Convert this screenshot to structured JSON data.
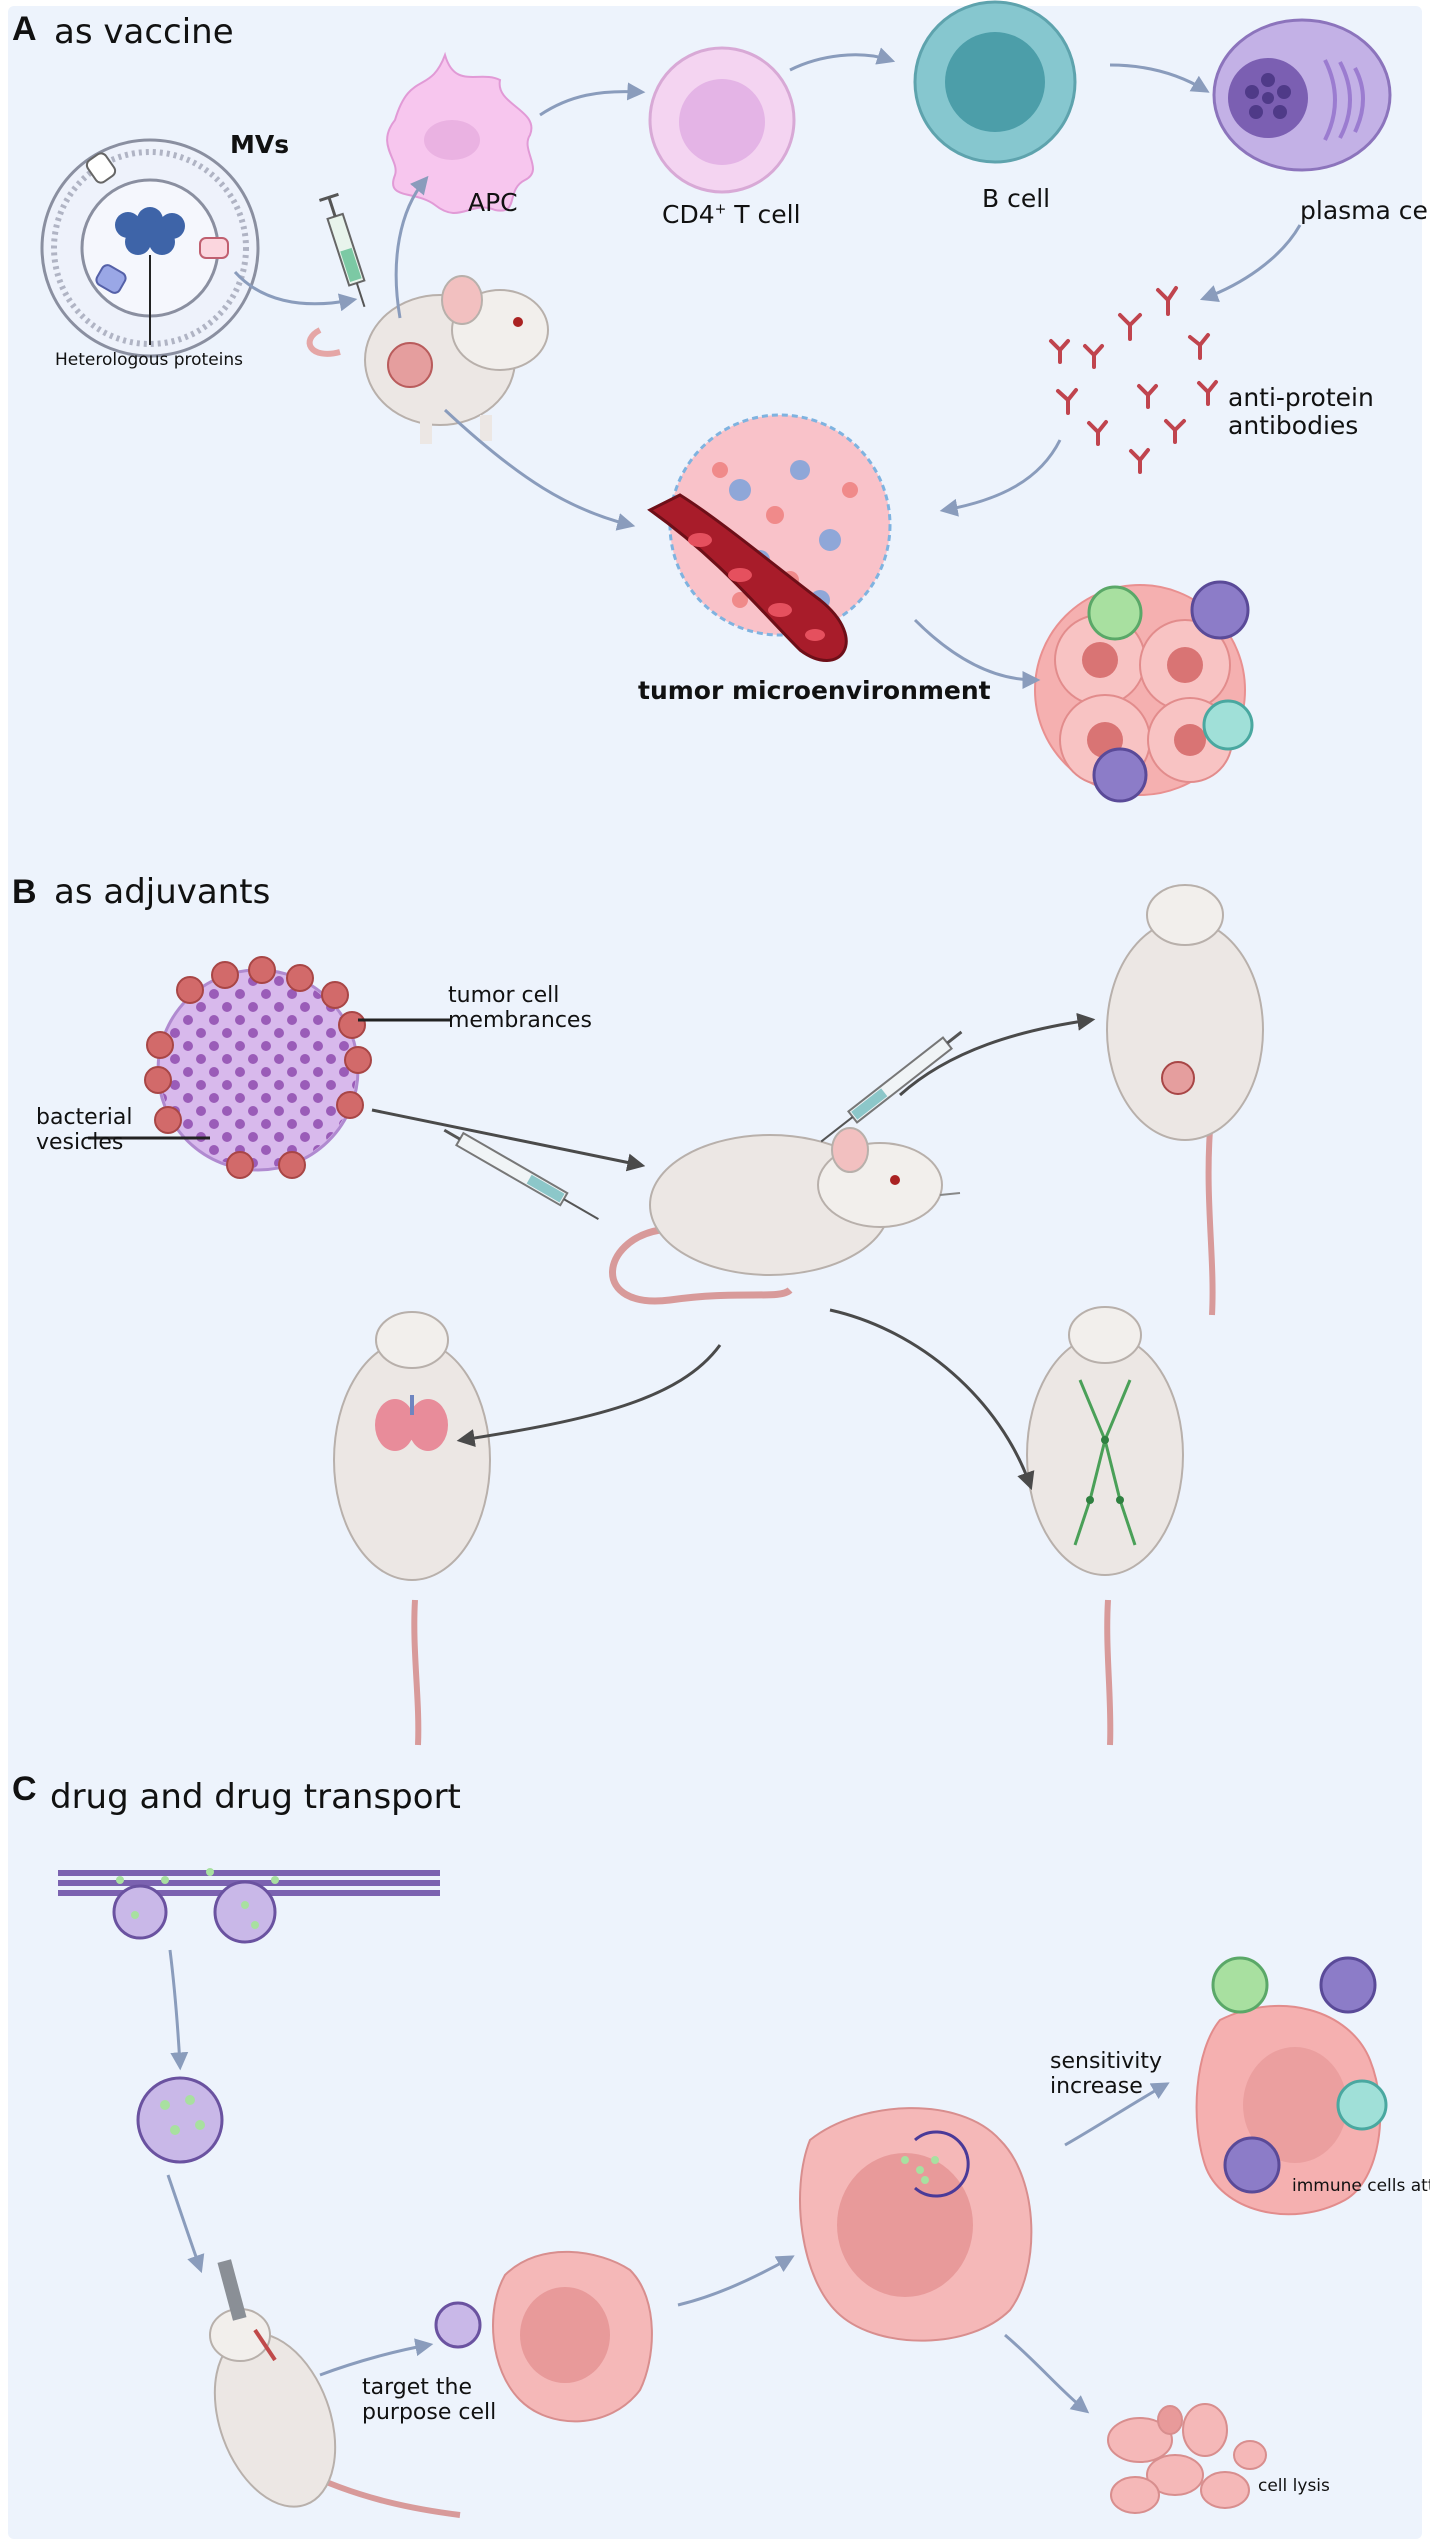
{
  "panels": {
    "a": {
      "letter": "A",
      "title": "as vaccine"
    },
    "b": {
      "letter": "B",
      "title": "as adjuvants"
    },
    "c": {
      "letter": "C",
      "title": "drug and drug transport"
    }
  },
  "panel_a": {
    "mvs": "MVs",
    "heterologous": "Heterologous proteins",
    "apc": "APC",
    "cd4_main": "CD4",
    "cd4_sup": "+",
    "cd4_rest": " T cell",
    "bcell": "B cell",
    "plasma": "plasma cell",
    "antibodies": "anti-protein\nantibodies",
    "tme": "tumor microenvironment"
  },
  "panel_b": {
    "tumor_membranes": "tumor cell\nmembrances",
    "bacterial": "bacterial\nvesicles"
  },
  "panel_c": {
    "sensitivity": "sensitivity\nincrease",
    "immune_attack": "immune cells attack",
    "target": "target the\npurpose cell",
    "lysis": "cell lysis"
  },
  "colors": {
    "background": "#edf3fc",
    "arrow": "#8a9cbc",
    "dark_arrow": "#4a4a4a",
    "apc": "#f7c6ee",
    "b_cell": "#86c7cf",
    "plasma": "#8e7cc3",
    "tumor": "#f2a5a5",
    "vesicle": "#b38fd0"
  }
}
